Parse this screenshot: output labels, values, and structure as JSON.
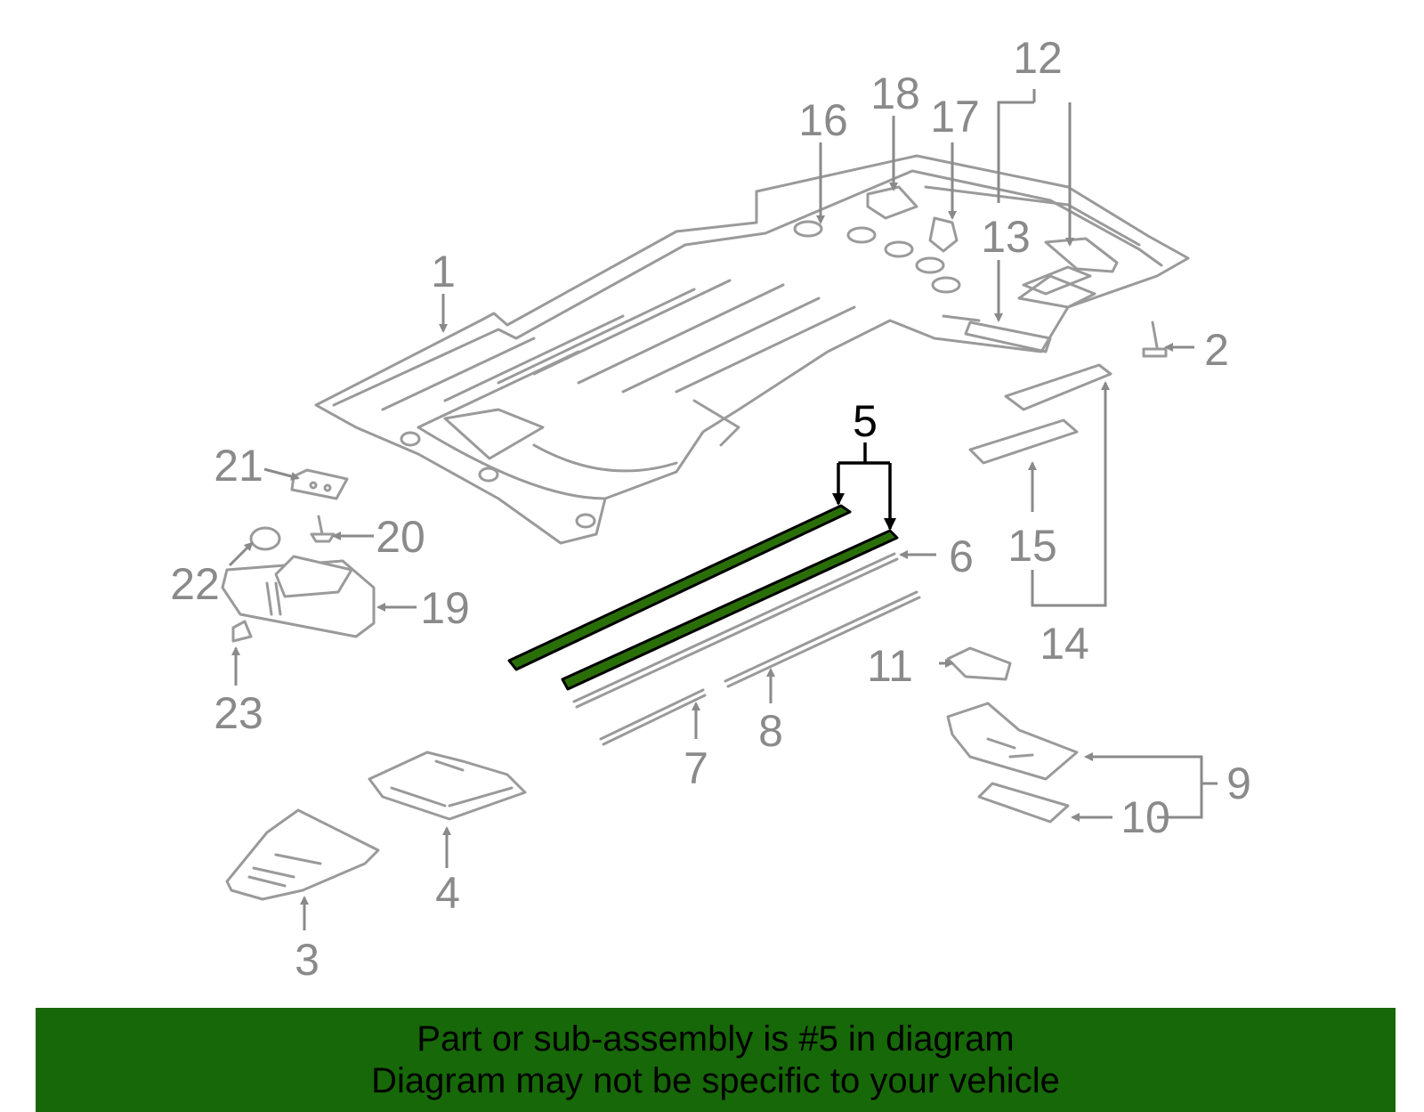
{
  "callouts": {
    "c1": "1",
    "c2": "2",
    "c3": "3",
    "c4": "4",
    "c5": "5",
    "c6": "6",
    "c7": "7",
    "c8": "8",
    "c9": "9",
    "c10": "10",
    "c11": "11",
    "c12": "12",
    "c13": "13",
    "c14": "14",
    "c15": "15",
    "c16": "16",
    "c17": "17",
    "c18": "18",
    "c19": "19",
    "c20": "20",
    "c21": "21",
    "c22": "22",
    "c23": "23"
  },
  "highlighted_part": "5",
  "colors": {
    "highlight": "#2a6e08",
    "banner": "#176808",
    "outline": "#9a9a9a"
  },
  "banner": {
    "line1": "Part or sub-assembly is #5 in diagram",
    "line2": "Diagram may not be specific to your vehicle"
  }
}
